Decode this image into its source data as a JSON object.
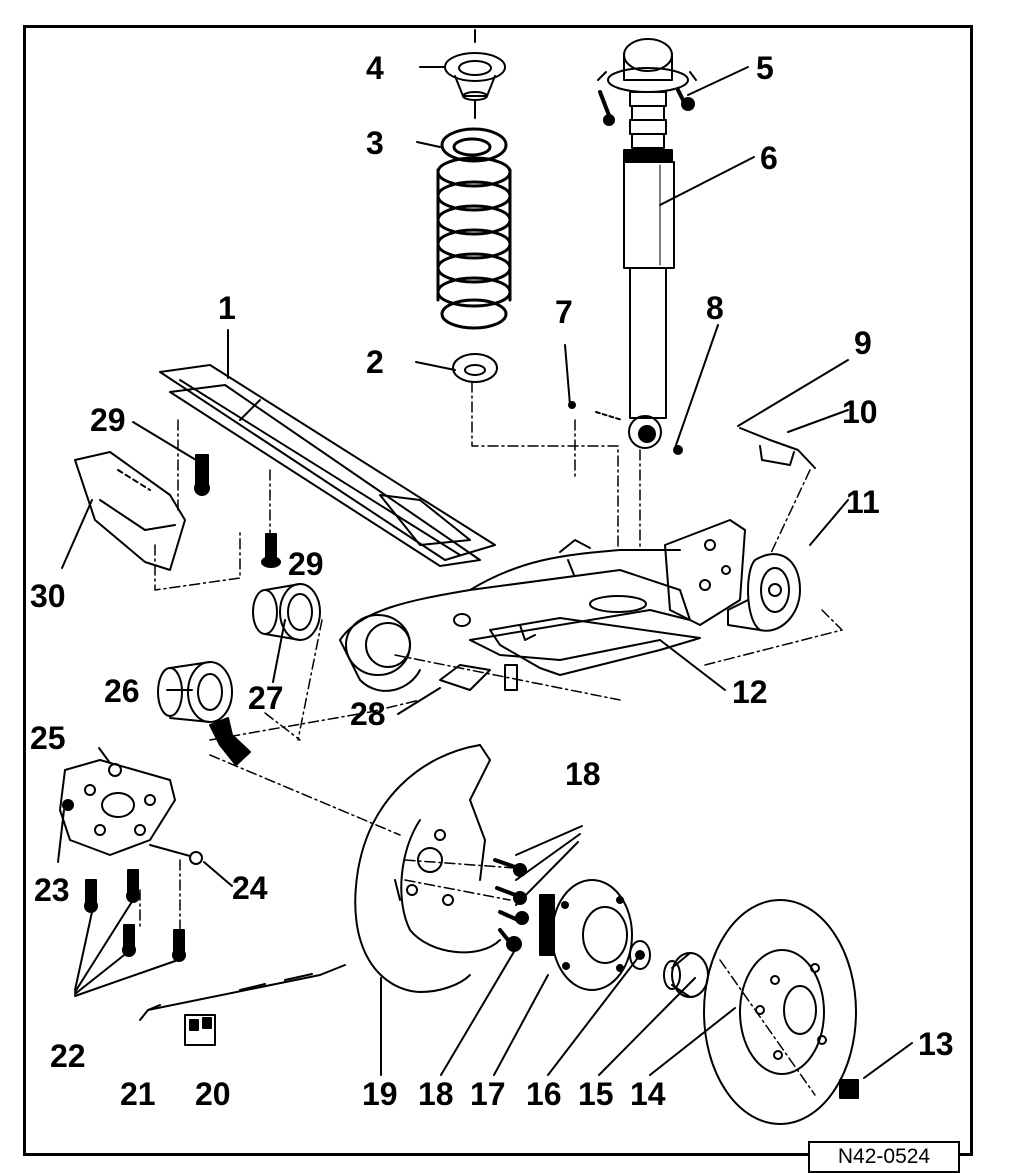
{
  "diagram": {
    "reference_code": "N42-0524",
    "part_numbers": [
      "1",
      "2",
      "3",
      "4",
      "5",
      "6",
      "7",
      "8",
      "9",
      "10",
      "11",
      "12",
      "13",
      "14",
      "15",
      "16",
      "17",
      "18",
      "18",
      "19",
      "20",
      "21",
      "22",
      "23",
      "24",
      "25",
      "26",
      "27",
      "28",
      "29",
      "29",
      "30"
    ],
    "colors": {
      "ink": "#000000",
      "paper": "#ffffff"
    }
  }
}
